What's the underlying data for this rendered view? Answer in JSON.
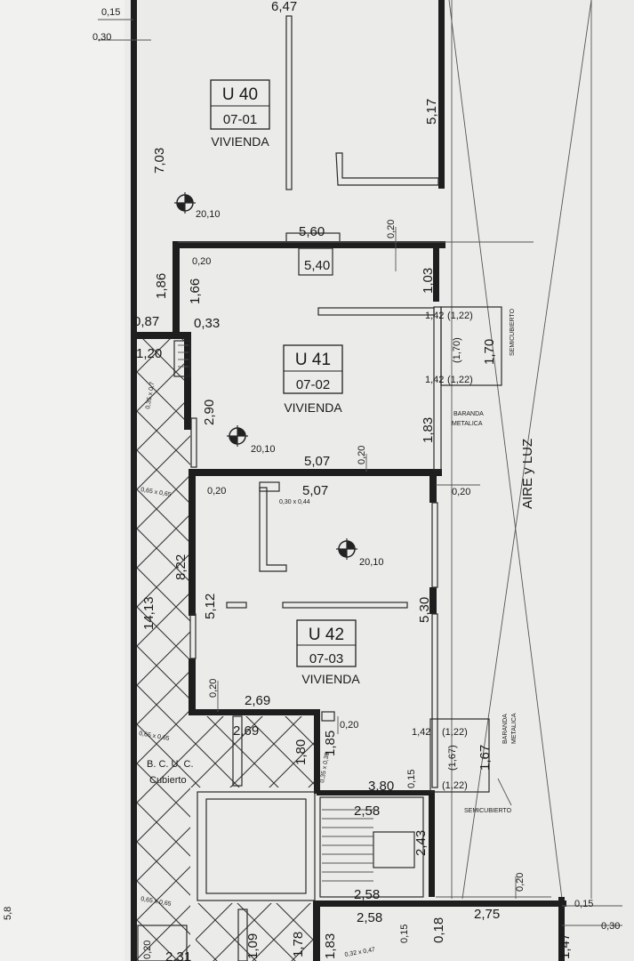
{
  "units": [
    {
      "code": "U 40",
      "number": "07-01",
      "use": "VIVIENDA"
    },
    {
      "code": "U 41",
      "number": "07-02",
      "use": "VIVIENDA"
    },
    {
      "code": "U 42",
      "number": "07-03",
      "use": "VIVIENDA"
    }
  ],
  "level": "20,10",
  "labels": {
    "aire_luz": "AIRE y LUZ",
    "bcuc_1": "B. C. U. C.",
    "bcuc_2": "Cubierto",
    "semicubierto": "SEMICUBIERTO",
    "baranda_1": "BARANDA",
    "baranda_2": "METALICA",
    "vent_a": "0,35 x 0,7",
    "vent_b": "0,65 x 0,65",
    "vent_c": "0,30 x 0,44",
    "vent_d": "0,65 x 0,65",
    "vent_e": "0,35 x 0,35",
    "vent_f": "0,65 x 0,65",
    "vent_g": "0,32 x 0,47"
  },
  "dims": {
    "d015_top": "0,15",
    "d030_top": "0,30",
    "d647": "6,47",
    "d703": "7,03",
    "d517": "5,17",
    "d020_a": "0,20",
    "d560": "5,60",
    "d540": "5,40",
    "d020_b": "0,20",
    "d186": "1,86",
    "d166": "1,66",
    "d103": "1,03",
    "d087": "0,87",
    "d033": "0,33",
    "d142_a": "1,42",
    "d122_a": "(1,22)",
    "d170_p": "(1,70)",
    "d170": "1,70",
    "d142_b": "1,42",
    "d122_b": "(1,22)",
    "d120": "1,20",
    "d290": "2,90",
    "d183": "1,83",
    "d507_a": "5,07",
    "d020_c": "0,20",
    "d020_d": "0,20",
    "d507_b": "5,07",
    "d020_e": "0,20",
    "d822": "8,22",
    "d1413": "14,13",
    "d512": "5,12",
    "d530": "5,30",
    "d020_f": "0,20",
    "d269_a": "2,69",
    "d269_b": "2,69",
    "d020_g": "0,20",
    "d142_c": "1,42",
    "d122_c": "(1,22)",
    "d167_p": "(1,67)",
    "d167": "1,67",
    "d180": "1,80",
    "d185": "1,85",
    "d015_b": "0,15",
    "d380": "3,80",
    "d122_d": "(1,22)",
    "d258_a": "2,58",
    "d243": "2,43",
    "d258_b": "2,58",
    "d020_h": "0,20",
    "d015_r": "0,15",
    "d030_r": "0,30",
    "d258_c": "2,58",
    "d275": "2,75",
    "d018": "0,18",
    "d015_c": "0,15",
    "d147": "1,47",
    "d020_i": "0,20",
    "d231": "2,31",
    "d109": "1,09",
    "d178": "1,78",
    "d183_b": "1,83",
    "d_edge": "5,8"
  }
}
